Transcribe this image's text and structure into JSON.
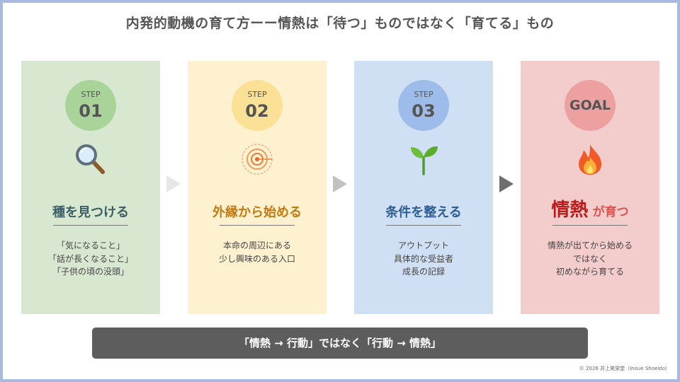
{
  "title": "内発的動機の育て方ーー情熱は「待つ」ものではなく「育てる」もの",
  "cards": [
    {
      "badge_small": "STEP",
      "badge_num": "01",
      "icon": "magnifying-glass-icon",
      "heading": "種を見つける",
      "lines": [
        "「気になること」",
        "「話が長くなること」",
        "「子供の頃の没頭」"
      ],
      "colors": {
        "bg": "#d8e8d0",
        "badge": "#a8d49a",
        "heading": "#3e5f66"
      }
    },
    {
      "badge_small": "STEP",
      "badge_num": "02",
      "icon": "target-icon",
      "heading": "外縁から始める",
      "lines": [
        "本命の周辺にある",
        "少し興味のある入口"
      ],
      "colors": {
        "bg": "#fdf1cf",
        "badge": "#fbe196",
        "heading": "#c47a12"
      }
    },
    {
      "badge_small": "STEP",
      "badge_num": "03",
      "icon": "seedling-icon",
      "heading": "条件を整える",
      "lines": [
        "アウトプット",
        "具体的な受益者",
        "成長の記録"
      ],
      "colors": {
        "bg": "#cfe0f4",
        "badge": "#9ebce9",
        "heading": "#2f5e94"
      }
    },
    {
      "badge_label": "GOAL",
      "icon": "fire-icon",
      "heading_main": "情熱",
      "heading_sub": "が育つ",
      "lines": [
        "情熱が出てから始める",
        "ではなく",
        "初めながら育てる"
      ],
      "colors": {
        "bg": "#f3cccc",
        "badge": "#eca0a0",
        "heading": "#b81c1c",
        "heading_sub": "#e0524f"
      }
    }
  ],
  "arrows": [
    {
      "icon": "arrow-right-icon",
      "color": "#e6e6e6"
    },
    {
      "icon": "arrow-right-icon",
      "color": "#c2c2c2"
    },
    {
      "icon": "arrow-right-icon",
      "color": "#6e6e6e"
    }
  ],
  "banner": "「情熱 → 行動」ではなく「行動 → 情熱」",
  "copyright": "© 2026 井上笑栄堂（Inoue Shoeido）"
}
